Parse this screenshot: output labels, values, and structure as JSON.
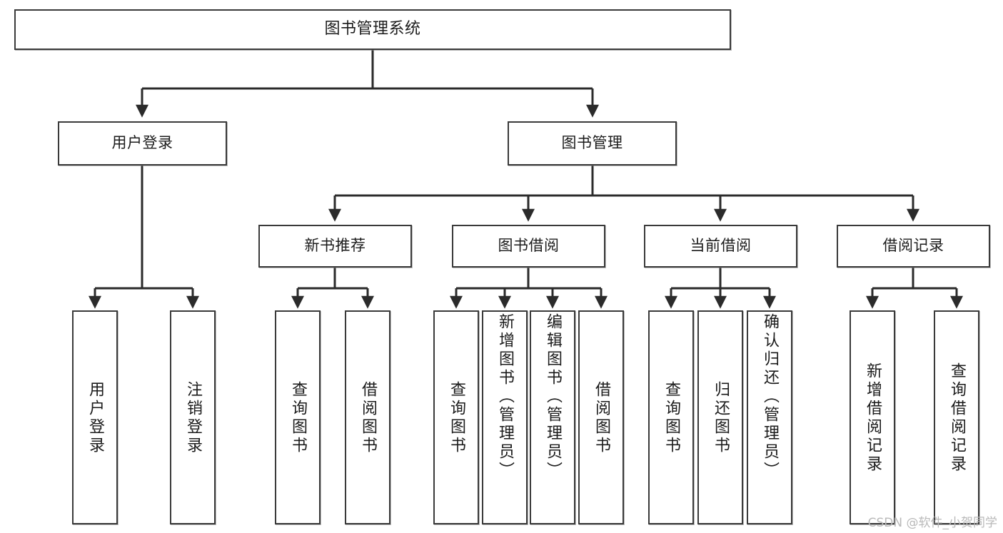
{
  "diagram": {
    "title": "图书管理系统",
    "type": "function-structure-tree",
    "watermark": "CSDN @软件_小贺同学",
    "colors": {
      "box_border": "#3a3a3a",
      "box_fill": "#ffffff",
      "connector": "#2b2b2b",
      "text": "#1b1b1b",
      "watermark": "#b9b9b9"
    },
    "levels": {
      "level1": [
        {
          "id": "root",
          "label": "图书管理系统"
        }
      ],
      "level2": [
        {
          "id": "user-login",
          "label": "用户登录"
        },
        {
          "id": "book-manage",
          "label": "图书管理"
        }
      ],
      "level3": [
        {
          "id": "new-book-recommend",
          "label": "新书推荐"
        },
        {
          "id": "book-borrow",
          "label": "图书借阅"
        },
        {
          "id": "current-borrow",
          "label": "当前借阅"
        },
        {
          "id": "borrow-record",
          "label": "借阅记录"
        }
      ],
      "level4": [
        {
          "id": "leaf-user-login",
          "label": "用户登录",
          "parent": "user-login"
        },
        {
          "id": "leaf-logout-login",
          "label": "注销登录",
          "parent": "user-login"
        },
        {
          "id": "leaf-query-book-1",
          "label": "查询图书",
          "parent": "new-book-recommend"
        },
        {
          "id": "leaf-borrow-book-1",
          "label": "借阅图书",
          "parent": "new-book-recommend"
        },
        {
          "id": "leaf-query-book-2",
          "label": "查询图书",
          "parent": "book-borrow"
        },
        {
          "id": "leaf-add-book",
          "label": "新增图书（管理员）",
          "parent": "book-borrow"
        },
        {
          "id": "leaf-edit-book",
          "label": "编辑图书（管理员）",
          "parent": "book-borrow"
        },
        {
          "id": "leaf-borrow-book-2",
          "label": "借阅图书",
          "parent": "book-borrow"
        },
        {
          "id": "leaf-query-book-3",
          "label": "查询图书",
          "parent": "current-borrow"
        },
        {
          "id": "leaf-return-book",
          "label": "归还图书",
          "parent": "current-borrow"
        },
        {
          "id": "leaf-confirm-return",
          "label": "确认归还（管理员）",
          "parent": "current-borrow"
        },
        {
          "id": "leaf-add-record",
          "label": "新增借阅记录",
          "parent": "borrow-record"
        },
        {
          "id": "leaf-query-record",
          "label": "查询借阅记录",
          "parent": "borrow-record"
        }
      ]
    }
  }
}
